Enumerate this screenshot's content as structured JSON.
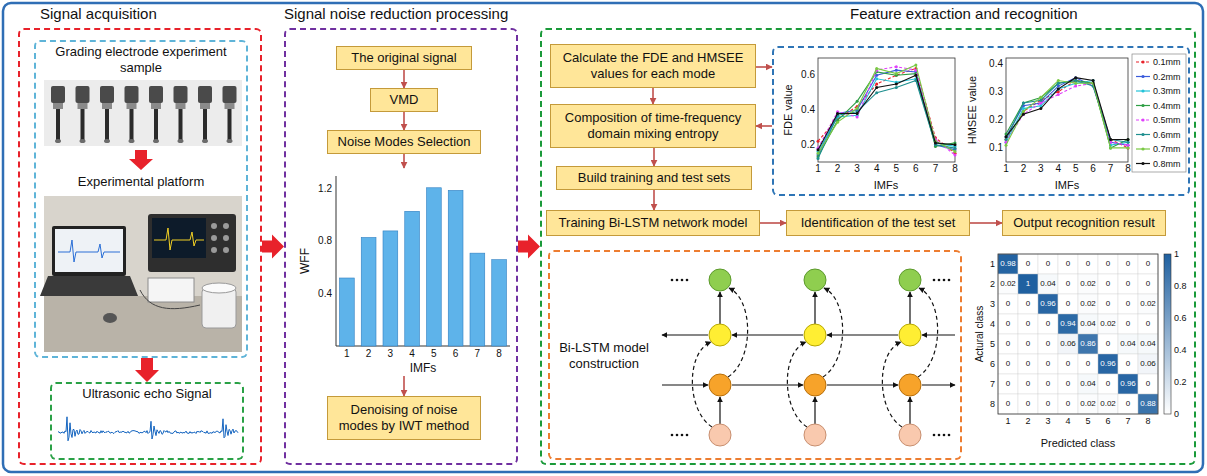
{
  "diagram": {
    "nodes": [
      {
        "text": [
          "Signal acquisition"
        ]
      },
      {
        "text": [
          "Grading electrode experiment sample",
          "Experimental platform"
        ],
        "in": 0
      },
      {
        "text": [
          "Ultrasonic echo Signal"
        ],
        "in": 0
      },
      {
        "text": [
          "Signal noise reduction processing"
        ]
      },
      {
        "text": [
          "The original signal"
        ],
        "in": 3
      },
      {
        "text": [
          "VMD"
        ],
        "in": 3
      },
      {
        "text": [
          "Noise Modes Selection"
        ],
        "in": 3
      },
      {
        "text": [
          "WFF",
          "IMFs"
        ],
        "in": 3
      },
      {
        "text": [
          "Denoising of noise modes by IWT method"
        ],
        "in": 3
      },
      {
        "text": [
          "Feature extraction and recognition"
        ]
      },
      {
        "text": [
          "Calculate the FDE and HMSEE values for each mode"
        ],
        "in": 9
      },
      {
        "text": [
          "FDE value",
          "IMFs",
          "HMSEE value",
          "IMFs"
        ],
        "in": 9
      },
      {
        "text": [
          "Composition of time-frequency domain mixing entropy"
        ],
        "in": 9
      },
      {
        "text": [
          "Build training and test sets"
        ],
        "in": 9
      },
      {
        "text": [
          "Training Bi-LSTM network model"
        ],
        "in": 9
      },
      {
        "text": [
          "Identification of the test set"
        ],
        "in": 9
      },
      {
        "text": [
          "Output recognition result"
        ],
        "in": 9
      },
      {
        "text": [
          "Bi-LSTM model construction"
        ],
        "in": 9
      },
      {
        "text": [
          "Actural class",
          "Predicted class"
        ],
        "in": 9
      }
    ],
    "edges": [
      {
        "from": 0,
        "to": 3,
        "arrow": "to"
      },
      {
        "from": 3,
        "to": 9,
        "arrow": "to"
      },
      {
        "from": 1,
        "to": 2,
        "arrow": "to"
      },
      {
        "from": 4,
        "to": 5,
        "arrow": "to"
      },
      {
        "from": 5,
        "to": 6,
        "arrow": "to"
      },
      {
        "from": 6,
        "to": 7,
        "arrow": "to"
      },
      {
        "from": 7,
        "to": 8,
        "arrow": "to"
      },
      {
        "from": 10,
        "to": 11,
        "arrow": "to"
      },
      {
        "from": 11,
        "to": 12,
        "arrow": "to"
      },
      {
        "from": 10,
        "to": 12,
        "arrow": "to"
      },
      {
        "from": 12,
        "to": 13,
        "arrow": "to"
      },
      {
        "from": 13,
        "to": 14,
        "arrow": "to"
      },
      {
        "from": 14,
        "to": 15,
        "arrow": "to"
      },
      {
        "from": 15,
        "to": 16,
        "arrow": "to"
      }
    ],
    "labels": [
      "1.2",
      "0.8",
      "0.4",
      "1",
      "2",
      "3",
      "4",
      "5",
      "6",
      "7",
      "8",
      "0.6",
      "0.4",
      "0.2",
      "1",
      "2",
      "3",
      "4",
      "5",
      "6",
      "7",
      "8",
      "0.4",
      "0.3",
      "0.2",
      "0.1",
      "1",
      "2",
      "3",
      "4",
      "5",
      "6",
      "7",
      "8",
      "1",
      "2",
      "3",
      "4",
      "5",
      "6",
      "7",
      "8",
      "1",
      "2",
      "3",
      "4",
      "5",
      "6",
      "7",
      "8",
      "0.98",
      "0",
      "0",
      "0",
      "0",
      "0",
      "0",
      "0",
      "0.02",
      "1",
      "0.04",
      "0",
      "0.02",
      "0",
      "0",
      "0",
      "0",
      "0",
      "0.96",
      "0",
      "0.02",
      "0",
      "0",
      "0.02",
      "0",
      "0",
      "0",
      "0.94",
      "0.04",
      "0.02",
      "0",
      "0",
      "0",
      "0",
      "0",
      "0.06",
      "0.86",
      "0",
      "0.04",
      "0.04",
      "0",
      "0",
      "0",
      "0",
      "0",
      "0.96",
      "0",
      "0.06",
      "0",
      "0",
      "0",
      "0",
      "0.04",
      "0",
      "0.96",
      "0",
      "0",
      "0",
      "0",
      "0",
      "0.02",
      "0.02",
      "0",
      "0.88",
      "1",
      "0.8",
      "0.6",
      "0.4",
      "0.2",
      "0"
    ],
    "legend": [
      {
        "text": "0.1mm"
      },
      {
        "text": "0.2mm"
      },
      {
        "text": "0.3mm"
      },
      {
        "text": "0.4mm"
      },
      {
        "text": "0.5mm"
      },
      {
        "text": "0.6mm"
      },
      {
        "text": "0.7mm"
      },
      {
        "text": "0.8mm"
      }
    ]
  }
}
